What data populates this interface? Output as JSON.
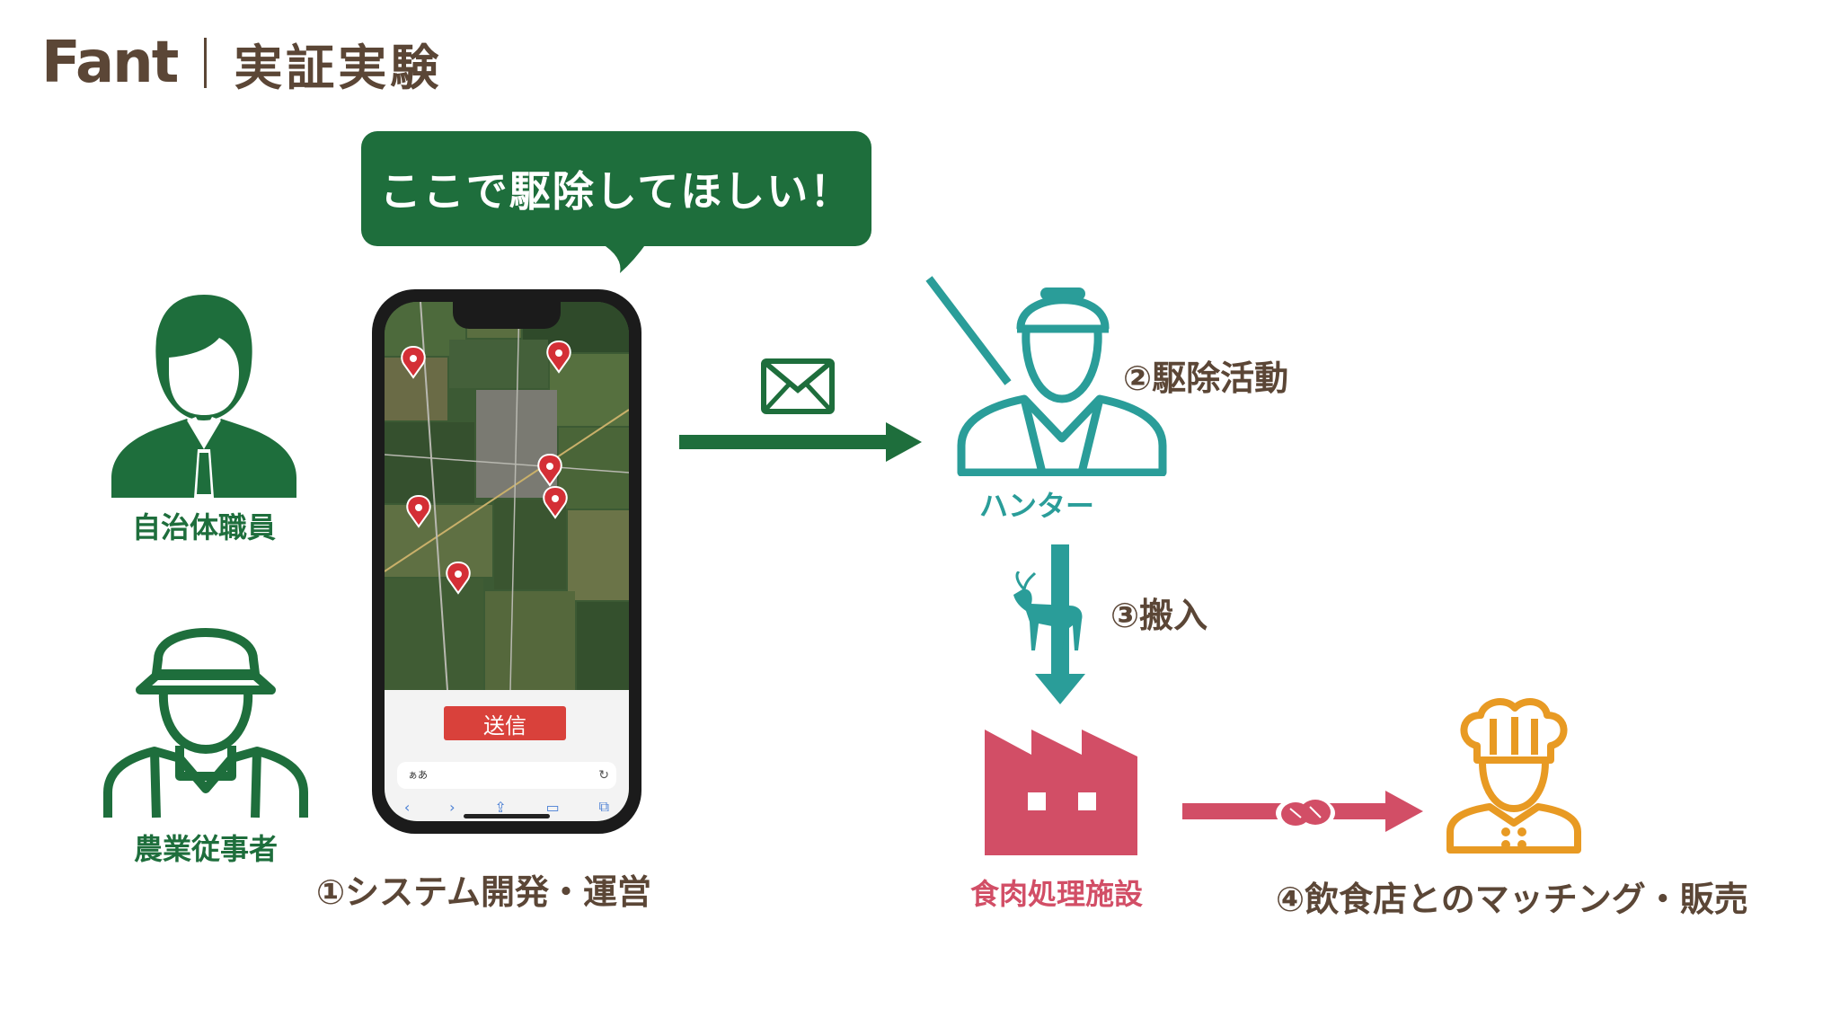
{
  "header": {
    "brand": "Fant",
    "title": "実証実験"
  },
  "speech_bubble": {
    "text": "ここで駆除してほしい！"
  },
  "actors": {
    "official": "自治体職員",
    "farmer": "農業従事者",
    "hunter": "ハンター"
  },
  "phone": {
    "send_button": "送信",
    "url_text": "ぁあ",
    "reload_icon": "↻",
    "browser_icons": [
      "‹",
      "›",
      "⇪",
      "▭",
      "⧉"
    ]
  },
  "steps": {
    "step1": "①システム開発・運営",
    "step2": "②駆除活動",
    "step3": "③搬入",
    "step4": "④飲食店とのマッチング・販売"
  },
  "facility": {
    "label": "食肉処理施設"
  },
  "colors": {
    "green": "#1e6e3c",
    "teal": "#2a9d99",
    "pink": "#d24e66",
    "orange": "#e89a23",
    "brown": "#5b4636"
  }
}
